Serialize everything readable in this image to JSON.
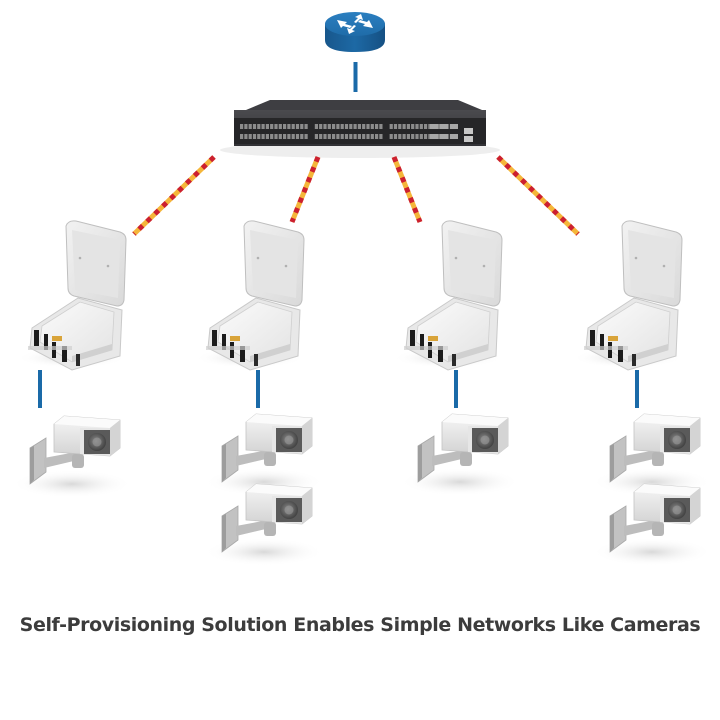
{
  "caption": "Self-Provisioning Solution Enables Simple Networks Like Cameras",
  "colors": {
    "router_blue": "#1a6aa8",
    "link_blue": "#1a6aa8",
    "dash_yellow": "#f5b63a",
    "dash_red": "#cc2030",
    "switch_body": "#2b2b2e"
  },
  "nodes": {
    "router": {
      "icon": "router-icon"
    },
    "switch": {
      "icon": "network-switch-icon"
    },
    "enclosures": [
      {
        "id": "enclosure-1",
        "icon": "outdoor-enclosure-icon",
        "cameras": 1
      },
      {
        "id": "enclosure-2",
        "icon": "outdoor-enclosure-icon",
        "cameras": 2
      },
      {
        "id": "enclosure-3",
        "icon": "outdoor-enclosure-icon",
        "cameras": 1
      },
      {
        "id": "enclosure-4",
        "icon": "outdoor-enclosure-icon",
        "cameras": 2
      }
    ]
  },
  "links": {
    "router_to_switch": "solid-blue",
    "switch_to_enclosure": "dashed-yellow-red",
    "enclosure_to_camera": "solid-blue"
  }
}
